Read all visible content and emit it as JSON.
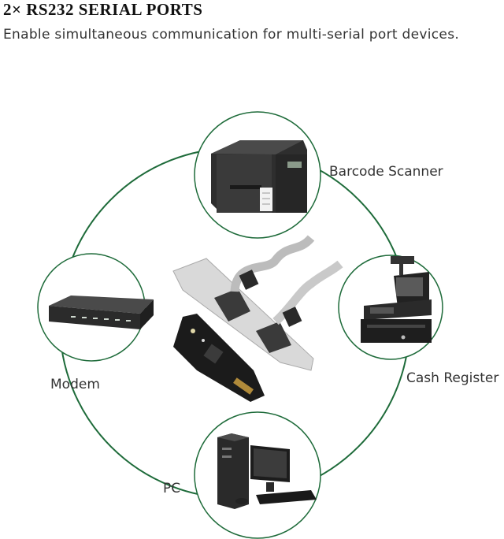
{
  "header": {
    "title": "2× RS232 SERIAL PORTS",
    "subtitle": "Enable simultaneous communication for multi-serial port devices."
  },
  "devices": {
    "barcode": {
      "label": "Barcode Scanner"
    },
    "cash": {
      "label": "Cash Register"
    },
    "modem": {
      "label": "Modem"
    },
    "pc": {
      "label": "PC"
    }
  },
  "colors": {
    "ring": "#1e6b3a",
    "circle_border": "#1e6b3a",
    "device_dark": "#2b2b2b"
  }
}
